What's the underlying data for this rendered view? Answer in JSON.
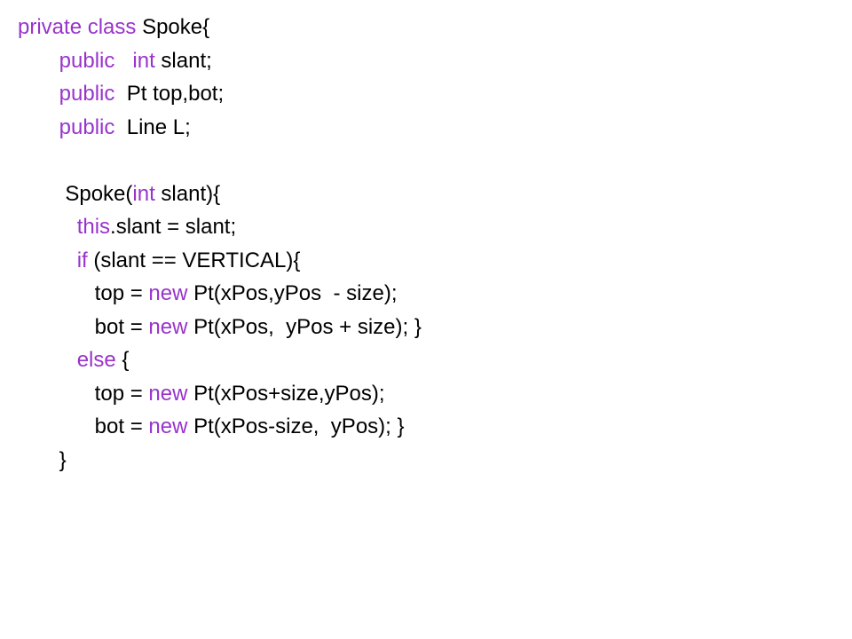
{
  "colors": {
    "keyword": "#9933cc",
    "text": "#000000",
    "background": "#ffffff"
  },
  "code_lines": [
    [
      {
        "t": "private class ",
        "k": true
      },
      {
        "t": "Spoke{",
        "k": false
      }
    ],
    [
      {
        "t": "       public   ",
        "k": true
      },
      {
        "t": "",
        "k": false
      },
      {
        "t": "int",
        "k": true
      },
      {
        "t": " slant;",
        "k": false
      }
    ],
    [
      {
        "t": "       public  ",
        "k": true
      },
      {
        "t": "Pt top,bot;",
        "k": false
      }
    ],
    [
      {
        "t": "       public  ",
        "k": true
      },
      {
        "t": "Line L;",
        "k": false
      }
    ],
    [
      {
        "t": "",
        "k": false
      }
    ],
    [
      {
        "t": "        Spoke(",
        "k": false
      },
      {
        "t": "int",
        "k": true
      },
      {
        "t": " slant){",
        "k": false
      }
    ],
    [
      {
        "t": "          ",
        "k": false
      },
      {
        "t": "this",
        "k": true
      },
      {
        "t": ".slant = slant;",
        "k": false
      }
    ],
    [
      {
        "t": "          ",
        "k": false
      },
      {
        "t": "if",
        "k": true
      },
      {
        "t": " (slant == VERTICAL){",
        "k": false
      }
    ],
    [
      {
        "t": "             top = ",
        "k": false
      },
      {
        "t": "new",
        "k": true
      },
      {
        "t": " Pt(xPos,yPos  - size);",
        "k": false
      }
    ],
    [
      {
        "t": "             bot = ",
        "k": false
      },
      {
        "t": "new",
        "k": true
      },
      {
        "t": " Pt(xPos,  yPos + size); }",
        "k": false
      }
    ],
    [
      {
        "t": "          ",
        "k": false
      },
      {
        "t": "else",
        "k": true
      },
      {
        "t": " {",
        "k": false
      }
    ],
    [
      {
        "t": "             top = ",
        "k": false
      },
      {
        "t": "new",
        "k": true
      },
      {
        "t": " Pt(xPos+size,yPos);",
        "k": false
      }
    ],
    [
      {
        "t": "             bot = ",
        "k": false
      },
      {
        "t": "new",
        "k": true
      },
      {
        "t": " Pt(xPos-size,  yPos); }",
        "k": false
      }
    ],
    [
      {
        "t": "       }",
        "k": false
      }
    ]
  ]
}
